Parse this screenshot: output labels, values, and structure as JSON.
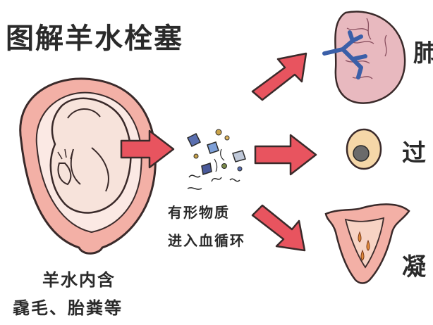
{
  "title": "图解羊水栓塞",
  "middle": {
    "line1": "有形物质",
    "line2": "进入血循环"
  },
  "left": {
    "line1": "羊水内含",
    "line2": "毳毛、胎粪等"
  },
  "outcomes": {
    "lung": "肺",
    "allergy": "过",
    "coagulation": "凝"
  },
  "colors": {
    "arrow": "#e8545f",
    "arrow_stroke": "#3a2a2a",
    "uterus": "#f3b0a6",
    "fetus": "#f7e3db",
    "lung": "#e8b9bf",
    "vein": "#3b5fa8"
  }
}
